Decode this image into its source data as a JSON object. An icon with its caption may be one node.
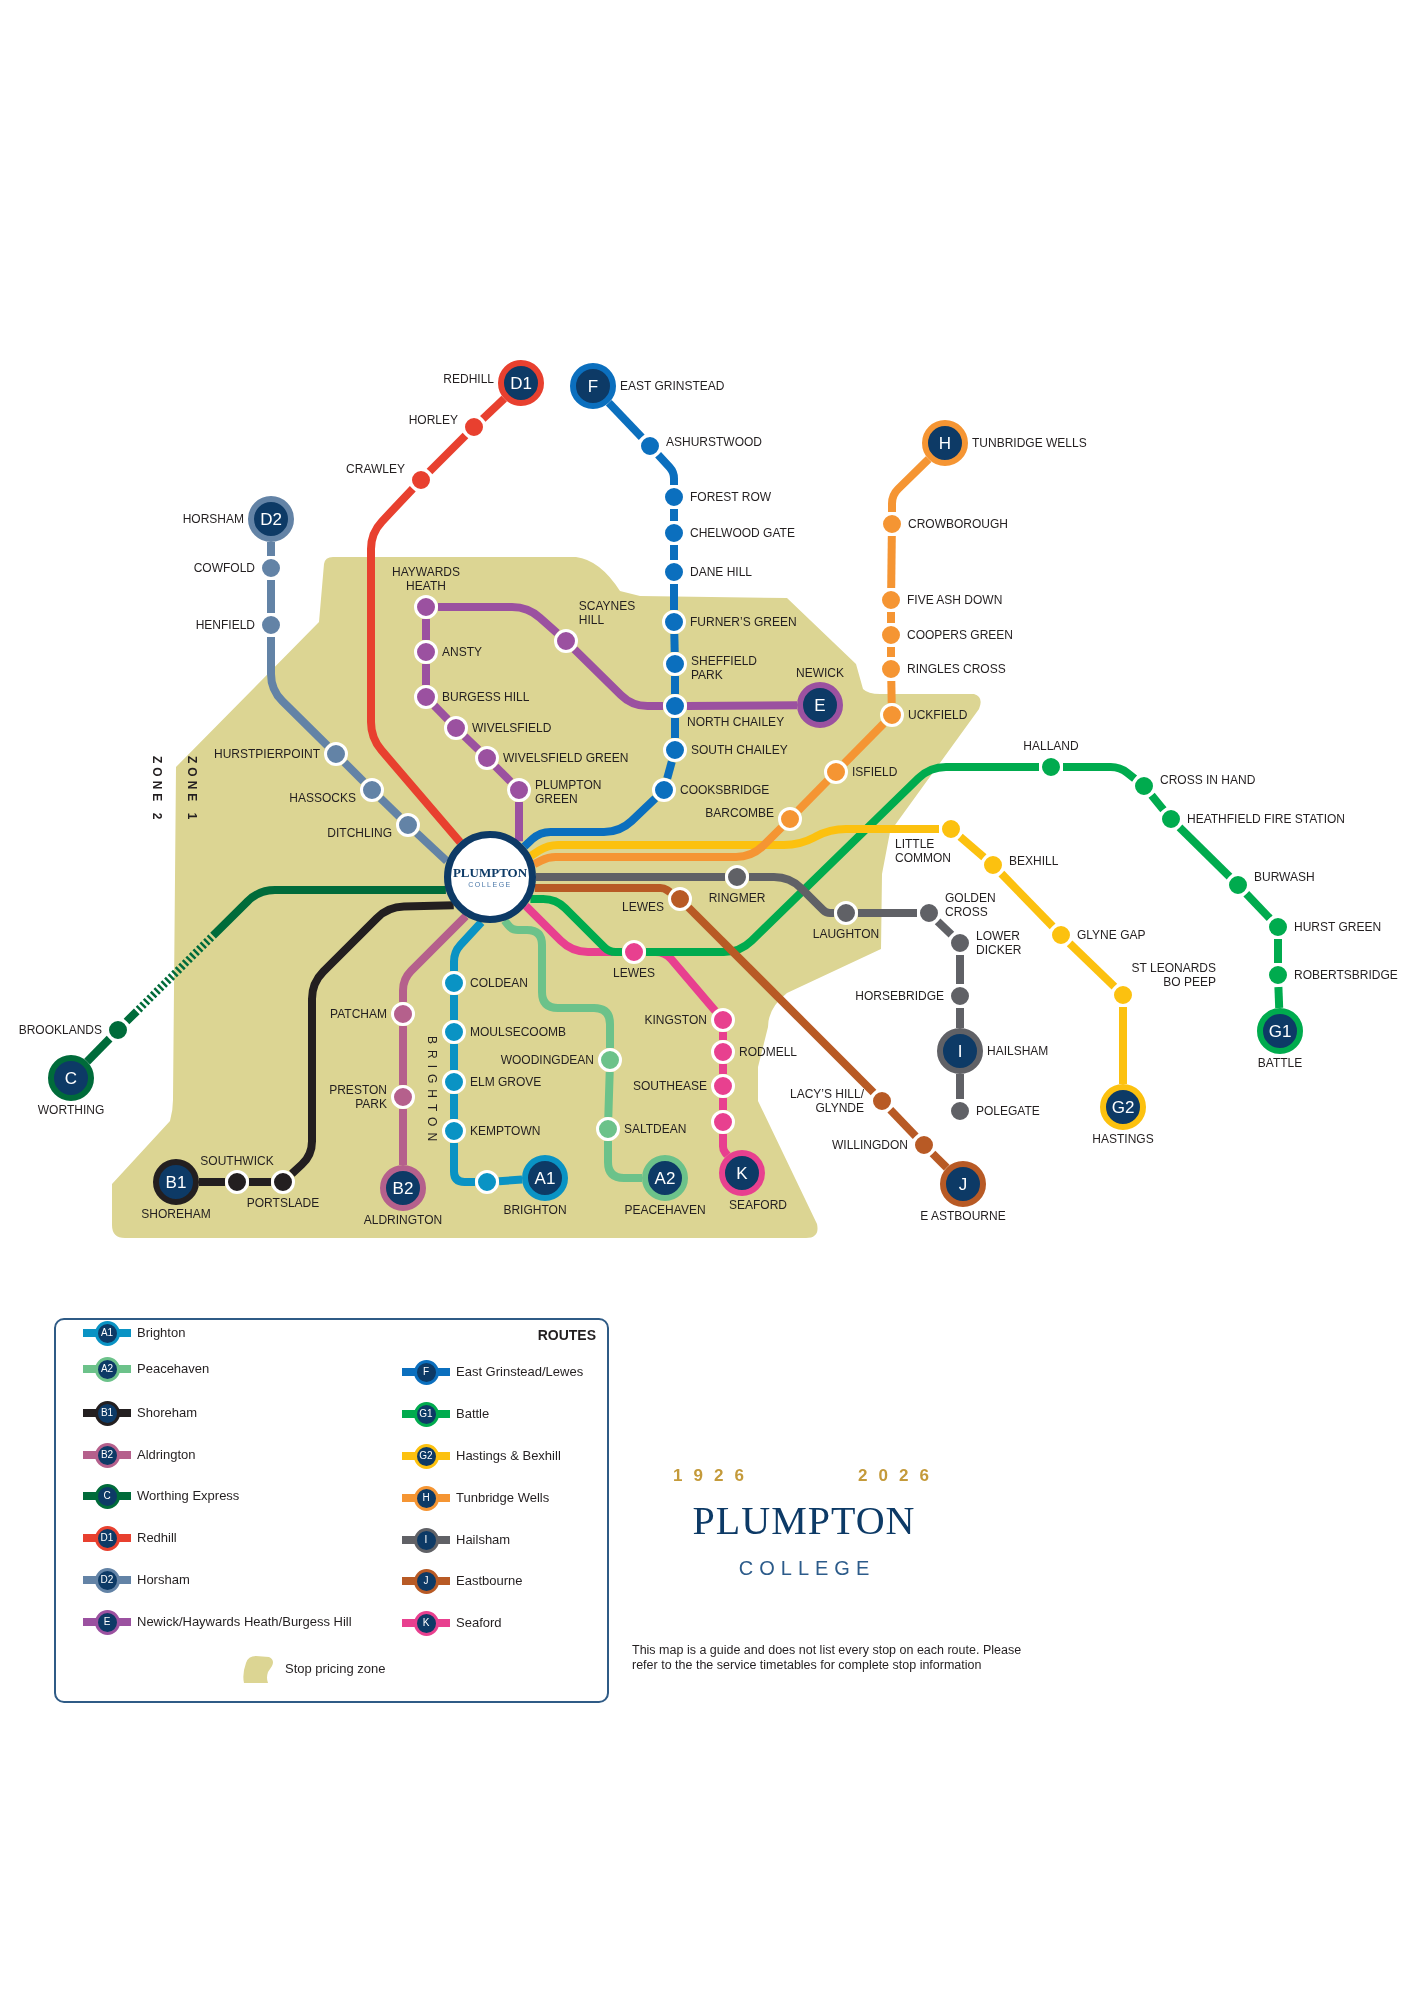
{
  "diagram": {
    "nodes": [
      {
        "text": [
          "D1"
        ],
        "beside": [
          "REDHILL"
        ]
      },
      {
        "text": [
          "F"
        ],
        "beside": [
          "EAST GRINSTEAD"
        ]
      },
      {
        "text": [],
        "shape": "circle",
        "beside": [
          "HORLEY"
        ]
      },
      {
        "text": [
          "H"
        ],
        "beside": [
          "TUNBRIDGE WELLS"
        ]
      },
      {
        "text": [],
        "shape": "circle",
        "beside": [
          "ASHURSTWOOD"
        ]
      },
      {
        "text": [],
        "shape": "circle",
        "beside": [
          "CRAWLEY"
        ]
      },
      {
        "text": [],
        "shape": "circle",
        "beside": [
          "FOREST ROW"
        ]
      },
      {
        "text": [
          "D2"
        ],
        "beside": [
          "HORSHAM"
        ]
      },
      {
        "text": [],
        "shape": "circle",
        "beside": [
          "CROWBOROUGH"
        ]
      },
      {
        "text": [],
        "shape": "circle",
        "beside": [
          "CHELWOOD GATE"
        ]
      },
      {
        "text": [],
        "shape": "circle",
        "beside": [
          "COWFOLD"
        ]
      },
      {
        "text": [],
        "shape": "circle",
        "beside": [
          "DANE HILL"
        ]
      },
      {
        "text": [],
        "shape": "circle",
        "beside": [
          "FIVE ASH DOWN"
        ]
      },
      {
        "text": [],
        "shape": "circle",
        "beside": [
          "HAYWARDS HEATH"
        ]
      },
      {
        "text": [],
        "shape": "circle",
        "beside": [
          "FURNER’S GREEN"
        ]
      },
      {
        "text": [],
        "shape": "circle",
        "beside": [
          "HENFIELD"
        ]
      },
      {
        "text": [],
        "shape": "circle",
        "beside": [
          "COOPERS GREEN"
        ]
      },
      {
        "text": [],
        "shape": "circle",
        "beside": [
          "SCAYNES HILL"
        ]
      },
      {
        "text": [],
        "shape": "circle",
        "beside": [
          "ANSTY"
        ]
      },
      {
        "text": [],
        "shape": "circle",
        "beside": [
          "SHEFFIELD PARK"
        ]
      },
      {
        "text": [],
        "shape": "circle",
        "beside": [
          "RINGLES CROSS"
        ]
      },
      {
        "text": [],
        "shape": "circle",
        "beside": [
          "BURGESS HILL"
        ]
      },
      {
        "text": [],
        "shape": "circle",
        "beside": [
          "NORTH CHAILEY"
        ]
      },
      {
        "text": [
          "E"
        ],
        "beside": [
          "NEWICK"
        ]
      },
      {
        "text": [],
        "shape": "circle",
        "beside": [
          "UCKFIELD"
        ]
      },
      {
        "text": [],
        "shape": "circle",
        "beside": [
          "WIVELSFIELD"
        ]
      },
      {
        "text": [],
        "shape": "circle",
        "beside": [
          "SOUTH CHAILEY"
        ]
      },
      {
        "text": [],
        "shape": "circle",
        "beside": [
          "HURSTPIERPOINT"
        ]
      },
      {
        "text": [],
        "shape": "circle",
        "beside": [
          "WIVELSFIELD GREEN"
        ]
      },
      {
        "text": [],
        "shape": "circle",
        "beside": [
          "HALLAND"
        ]
      },
      {
        "text": [],
        "shape": "circle",
        "beside": [
          "ISFIELD"
        ]
      },
      {
        "text": [],
        "shape": "circle",
        "beside": [
          "CROSS IN HAND"
        ]
      },
      {
        "text": [],
        "shape": "circle",
        "beside": [
          "PLUMPTON GREEN"
        ]
      },
      {
        "text": [],
        "shape": "circle",
        "beside": [
          "COOKSBRIDGE"
        ]
      },
      {
        "text": [],
        "shape": "circle",
        "beside": [
          "HASSOCKS"
        ]
      },
      {
        "text": [],
        "shape": "circle",
        "beside": [
          "BARCOMBE"
        ]
      },
      {
        "text": [],
        "shape": "circle",
        "beside": [
          "HEATHFIELD FIRE STATION"
        ]
      },
      {
        "text": [],
        "shape": "circle",
        "beside": [
          "DITCHLING"
        ]
      },
      {
        "text": [],
        "shape": "circle",
        "beside": [
          "LITTLE COMMON"
        ]
      },
      {
        "text": [],
        "shape": "circle",
        "beside": [
          "BEXHILL"
        ]
      },
      {
        "text": [
          "PLUMPTON",
          "COLLEGE"
        ]
      },
      {
        "text": [],
        "shape": "circle",
        "beside": [
          "RINGMER"
        ]
      },
      {
        "text": [],
        "shape": "circle",
        "beside": [
          "BURWASH"
        ]
      },
      {
        "text": [],
        "shape": "circle",
        "beside": [
          "LEWES"
        ]
      },
      {
        "text": [],
        "shape": "circle",
        "beside": [
          "LAUGHTON"
        ]
      },
      {
        "text": [],
        "shape": "circle",
        "beside": [
          "GOLDEN CROSS"
        ]
      },
      {
        "text": [],
        "shape": "circle",
        "beside": [
          "HURST GREEN"
        ]
      },
      {
        "text": [],
        "shape": "circle",
        "beside": [
          "GLYNE GAP"
        ]
      },
      {
        "text": [],
        "shape": "circle",
        "beside": [
          "LOWER DICKER"
        ]
      },
      {
        "text": [],
        "shape": "circle",
        "beside": [
          "LEWES"
        ]
      },
      {
        "text": [],
        "shape": "circle",
        "beside": [
          "ROBERTSBRIDGE"
        ]
      },
      {
        "text": [],
        "shape": "circle",
        "beside": [
          "COLDEAN"
        ]
      },
      {
        "text": [],
        "shape": "circle",
        "beside": [
          "ST LEONARDS BO PEEP"
        ]
      },
      {
        "text": [],
        "shape": "circle",
        "beside": [
          "HORSEBRIDGE"
        ]
      },
      {
        "text": [],
        "shape": "circle",
        "beside": [
          "PATCHAM"
        ]
      },
      {
        "text": [],
        "shape": "circle",
        "beside": [
          "KINGSTON"
        ]
      },
      {
        "text": [],
        "shape": "circle",
        "beside": [
          "BROOKLANDS"
        ]
      },
      {
        "text": [],
        "shape": "circle",
        "beside": [
          "MOULSECOOMB"
        ]
      },
      {
        "text": [
          "G1"
        ],
        "beside": [
          "BATTLE"
        ]
      },
      {
        "text": [
          "I"
        ],
        "beside": [
          "HAILSHAM"
        ]
      },
      {
        "text": [],
        "shape": "circle",
        "beside": [
          "RODMELL"
        ]
      },
      {
        "text": [],
        "shape": "circle",
        "beside": [
          "WOODINGDEAN"
        ]
      },
      {
        "text": [
          "C"
        ],
        "beside": [
          "WORTHING"
        ]
      },
      {
        "text": [],
        "shape": "circle",
        "beside": [
          "ELM GROVE"
        ]
      },
      {
        "text": [],
        "shape": "circle",
        "beside": [
          "SOUTHEASE"
        ]
      },
      {
        "text": [],
        "shape": "circle",
        "beside": [
          "PRESTON PARK"
        ]
      },
      {
        "text": [],
        "shape": "circle",
        "beside": [
          "LACY’S HILL/ GLYNDE"
        ]
      },
      {
        "text": [
          "G2"
        ],
        "beside": [
          "HASTINGS"
        ]
      },
      {
        "text": [],
        "shape": "circle",
        "beside": [
          "POLEGATE"
        ]
      },
      {
        "text": [],
        "shape": "circle"
      },
      {
        "text": [],
        "shape": "circle",
        "beside": [
          "SALTDEAN"
        ]
      },
      {
        "text": [],
        "shape": "circle",
        "beside": [
          "KEMPTOWN"
        ]
      },
      {
        "text": [],
        "shape": "circle",
        "beside": [
          "WILLINGDON"
        ]
      },
      {
        "text": [
          "K"
        ],
        "beside": [
          "SEAFORD"
        ]
      },
      {
        "text": [
          "A2"
        ],
        "beside": [
          "PEACEHAVEN"
        ]
      },
      {
        "text": [
          "A1"
        ],
        "beside": [
          "BRIGHTON"
        ]
      },
      {
        "text": [
          "B1"
        ],
        "beside": [
          "SHOREHAM"
        ]
      },
      {
        "text": [],
        "shape": "circle",
        "beside": [
          "SOUTHWICK"
        ]
      },
      {
        "text": [],
        "shape": "circle",
        "beside": [
          "PORTSLADE"
        ]
      },
      {
        "text": [],
        "shape": "circle"
      },
      {
        "text": [
          "B2"
        ],
        "beside": [
          "ALDRINGTON"
        ]
      },
      {
        "text": [
          "J"
        ],
        "beside": [
          "E ASTBOURNE"
        ]
      }
    ],
    "edges": [
      {
        "from": 40,
        "to": 5,
        "arrow": "none",
        "color": "#e8402f"
      },
      {
        "from": 5,
        "to": 2,
        "arrow": "none",
        "color": "#e8402f"
      },
      {
        "from": 2,
        "to": 0,
        "arrow": "none",
        "color": "#e8402f"
      },
      {
        "from": 40,
        "to": 33,
        "arrow": "none",
        "color": "#0b6fbe"
      },
      {
        "from": 33,
        "to": 26,
        "arrow": "none",
        "color": "#0b6fbe"
      },
      {
        "from": 26,
        "to": 22,
        "arrow": "none",
        "color": "#0b6fbe"
      },
      {
        "from": 22,
        "to": 19,
        "arrow": "none",
        "color": "#0b6fbe"
      },
      {
        "from": 19,
        "to": 14,
        "arrow": "none",
        "color": "#0b6fbe"
      },
      {
        "from": 14,
        "to": 11,
        "arrow": "none",
        "color": "#0b6fbe"
      },
      {
        "from": 11,
        "to": 9,
        "arrow": "none",
        "color": "#0b6fbe"
      },
      {
        "from": 9,
        "to": 6,
        "arrow": "none",
        "color": "#0b6fbe"
      },
      {
        "from": 6,
        "to": 4,
        "arrow": "none",
        "color": "#0b6fbe"
      },
      {
        "from": 4,
        "to": 1,
        "arrow": "none",
        "color": "#0b6fbe"
      },
      {
        "from": 40,
        "to": 32,
        "arrow": "none",
        "color": "#9b51a0"
      },
      {
        "from": 32,
        "to": 28,
        "arrow": "none",
        "color": "#9b51a0"
      },
      {
        "from": 28,
        "to": 25,
        "arrow": "none",
        "color": "#9b51a0"
      },
      {
        "from": 25,
        "to": 21,
        "arrow": "none",
        "color": "#9b51a0"
      },
      {
        "from": 21,
        "to": 18,
        "arrow": "none",
        "color": "#9b51a0"
      },
      {
        "from": 18,
        "to": 13,
        "arrow": "none",
        "color": "#9b51a0"
      },
      {
        "from": 13,
        "to": 17,
        "arrow": "none",
        "color": "#9b51a0"
      },
      {
        "from": 17,
        "to": 22,
        "arrow": "none",
        "color": "#9b51a0"
      },
      {
        "from": 22,
        "to": 23,
        "arrow": "none",
        "color": "#9b51a0"
      },
      {
        "from": 40,
        "to": 37,
        "arrow": "none",
        "color": "#6383a6"
      },
      {
        "from": 37,
        "to": 34,
        "arrow": "none",
        "color": "#6383a6"
      },
      {
        "from": 34,
        "to": 27,
        "arrow": "none",
        "color": "#6383a6"
      },
      {
        "from": 27,
        "to": 15,
        "arrow": "none",
        "color": "#6383a6"
      },
      {
        "from": 15,
        "to": 10,
        "arrow": "none",
        "color": "#6383a6"
      },
      {
        "from": 10,
        "to": 7,
        "arrow": "none",
        "color": "#6383a6"
      },
      {
        "from": 40,
        "to": 56,
        "arrow": "none",
        "style": "dashed",
        "color": "#006b3a"
      },
      {
        "from": 56,
        "to": 62,
        "arrow": "none",
        "color": "#006b3a"
      },
      {
        "from": 40,
        "to": 78,
        "arrow": "none",
        "color": "#231f20"
      },
      {
        "from": 78,
        "to": 77,
        "arrow": "none",
        "color": "#231f20"
      },
      {
        "from": 77,
        "to": 76,
        "arrow": "none",
        "color": "#231f20"
      },
      {
        "from": 40,
        "to": 54,
        "arrow": "none",
        "color": "#b5608c"
      },
      {
        "from": 54,
        "to": 65,
        "arrow": "none",
        "color": "#b5608c"
      },
      {
        "from": 65,
        "to": 80,
        "arrow": "none",
        "color": "#b5608c"
      },
      {
        "from": 40,
        "to": 51,
        "arrow": "none",
        "color": "#0a93c4"
      },
      {
        "from": 51,
        "to": 57,
        "arrow": "none",
        "color": "#0a93c4"
      },
      {
        "from": 57,
        "to": 63,
        "arrow": "none",
        "color": "#0a93c4"
      },
      {
        "from": 63,
        "to": 71,
        "arrow": "none",
        "color": "#0a93c4"
      },
      {
        "from": 71,
        "to": 79,
        "arrow": "none",
        "color": "#0a93c4"
      },
      {
        "from": 79,
        "to": 75,
        "arrow": "none",
        "color": "#0a93c4"
      },
      {
        "from": 40,
        "to": 61,
        "arrow": "none",
        "color": "#6cc28a"
      },
      {
        "from": 61,
        "to": 70,
        "arrow": "none",
        "color": "#6cc28a"
      },
      {
        "from": 70,
        "to": 74,
        "arrow": "none",
        "color": "#6cc28a"
      },
      {
        "from": 40,
        "to": 49,
        "arrow": "none",
        "color": "#e8408f"
      },
      {
        "from": 49,
        "to": 55,
        "arrow": "none",
        "color": "#e8408f"
      },
      {
        "from": 55,
        "to": 60,
        "arrow": "none",
        "color": "#e8408f"
      },
      {
        "from": 60,
        "to": 64,
        "arrow": "none",
        "color": "#e8408f"
      },
      {
        "from": 64,
        "to": 69,
        "arrow": "none",
        "color": "#e8408f"
      },
      {
        "from": 69,
        "to": 73,
        "arrow": "none",
        "color": "#e8408f"
      },
      {
        "from": 40,
        "to": 49,
        "arrow": "none",
        "color": "#00ab4e"
      },
      {
        "from": 49,
        "to": 29,
        "arrow": "none",
        "color": "#00ab4e"
      },
      {
        "from": 29,
        "to": 31,
        "arrow": "none",
        "color": "#00ab4e"
      },
      {
        "from": 31,
        "to": 36,
        "arrow": "none",
        "color": "#00ab4e"
      },
      {
        "from": 36,
        "to": 42,
        "arrow": "none",
        "color": "#00ab4e"
      },
      {
        "from": 42,
        "to": 46,
        "arrow": "none",
        "color": "#00ab4e"
      },
      {
        "from": 46,
        "to": 50,
        "arrow": "none",
        "color": "#00ab4e"
      },
      {
        "from": 50,
        "to": 58,
        "arrow": "none",
        "color": "#00ab4e"
      },
      {
        "from": 40,
        "to": 38,
        "arrow": "none",
        "color": "#fcc10f"
      },
      {
        "from": 38,
        "to": 39,
        "arrow": "none",
        "color": "#fcc10f"
      },
      {
        "from": 39,
        "to": 47,
        "arrow": "none",
        "color": "#fcc10f"
      },
      {
        "from": 47,
        "to": 52,
        "arrow": "none",
        "color": "#fcc10f"
      },
      {
        "from": 52,
        "to": 67,
        "arrow": "none",
        "color": "#fcc10f"
      },
      {
        "from": 40,
        "to": 35,
        "arrow": "none",
        "color": "#f59533"
      },
      {
        "from": 35,
        "to": 30,
        "arrow": "none",
        "color": "#f59533"
      },
      {
        "from": 30,
        "to": 24,
        "arrow": "none",
        "color": "#f59533"
      },
      {
        "from": 24,
        "to": 20,
        "arrow": "none",
        "color": "#f59533"
      },
      {
        "from": 20,
        "to": 16,
        "arrow": "none",
        "color": "#f59533"
      },
      {
        "from": 16,
        "to": 12,
        "arrow": "none",
        "color": "#f59533"
      },
      {
        "from": 12,
        "to": 8,
        "arrow": "none",
        "color": "#f59533"
      },
      {
        "from": 8,
        "to": 3,
        "arrow": "none",
        "color": "#f59533"
      },
      {
        "from": 40,
        "to": 41,
        "arrow": "none",
        "color": "#606166"
      },
      {
        "from": 41,
        "to": 44,
        "arrow": "none",
        "color": "#606166"
      },
      {
        "from": 44,
        "to": 45,
        "arrow": "none",
        "color": "#606166"
      },
      {
        "from": 45,
        "to": 48,
        "arrow": "none",
        "color": "#606166"
      },
      {
        "from": 48,
        "to": 53,
        "arrow": "none",
        "color": "#606166"
      },
      {
        "from": 53,
        "to": 59,
        "arrow": "none",
        "color": "#606166"
      },
      {
        "from": 59,
        "to": 68,
        "arrow": "none",
        "color": "#606166"
      },
      {
        "from": 40,
        "to": 43,
        "arrow": "none",
        "color": "#b85a25"
      },
      {
        "from": 43,
        "to": 66,
        "arrow": "none",
        "color": "#b85a25"
      },
      {
        "from": 66,
        "to": 72,
        "arrow": "none",
        "color": "#b85a25"
      },
      {
        "from": 72,
        "to": 81,
        "arrow": "none",
        "color": "#b85a25"
      }
    ],
    "labels": [
      "ZONE 2",
      "ZONE 1",
      "BRIGHTON",
      "ROUTES",
      "A1",
      "A2",
      "B1",
      "B2",
      "C",
      "D1",
      "D2",
      "E",
      "F",
      "G1",
      "G2",
      "H",
      "I",
      "J",
      "K",
      "1926",
      "2026",
      "PLUMPTON",
      "COLLEGE",
      "This map is a guide and does not list every stop on each route. Please refer to the the service timetables for complete stop information"
    ],
    "legend": [
      {
        "text": "Brighton",
        "color": "#0a93c4"
      },
      {
        "text": "Peacehaven",
        "color": "#6cc28a"
      },
      {
        "text": "Shoreham",
        "color": "#231f20"
      },
      {
        "text": "Aldrington",
        "color": "#b5608c"
      },
      {
        "text": "Worthing Express",
        "color": "#006b3a"
      },
      {
        "text": "Redhill",
        "color": "#e8402f"
      },
      {
        "text": "Horsham",
        "color": "#6383a6"
      },
      {
        "text": "Newick/Haywards Heath/Burgess Hill",
        "color": "#9b51a0"
      },
      {
        "text": "East Grinstead/Lewes",
        "color": "#0b6fbe"
      },
      {
        "text": "Battle",
        "color": "#00ab4e"
      },
      {
        "text": "Hastings & Bexhill",
        "color": "#fcc10f"
      },
      {
        "text": "Tunbridge Wells",
        "color": "#f59533"
      },
      {
        "text": "Hailsham",
        "color": "#606166"
      },
      {
        "text": "Eastbourne",
        "color": "#b85a25"
      },
      {
        "text": "Seaford",
        "color": "#e8408f"
      },
      {
        "text": "Stop pricing zone",
        "color": "#dcd593"
      }
    ]
  }
}
